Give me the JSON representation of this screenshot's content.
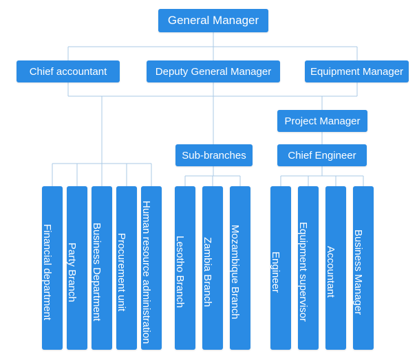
{
  "top": {
    "general_manager": "General Manager"
  },
  "level2": {
    "chief_accountant": "Chief accountant",
    "deputy_general_manager": "Deputy General Manager",
    "equipment_manager": "Equipment Manager"
  },
  "middle": {
    "project_manager": "Project Manager",
    "sub_branches": "Sub-branches",
    "chief_engineer": "Chief Engineer"
  },
  "chief_accountant_units": [
    "Financial department",
    "Party Branch",
    "Business Department",
    "Procurement unit",
    "Human resource administration"
  ],
  "branches": [
    "Lesotho Branch",
    "Zambia Branch",
    "Mozambique Branch"
  ],
  "chief_engineer_units": [
    "Engineer",
    "Equipment supervisor",
    "Accountant",
    "Business Manager"
  ],
  "colors": {
    "box": "#2a8be4",
    "connector": "#a9c9e6",
    "text": "#ffffff"
  }
}
